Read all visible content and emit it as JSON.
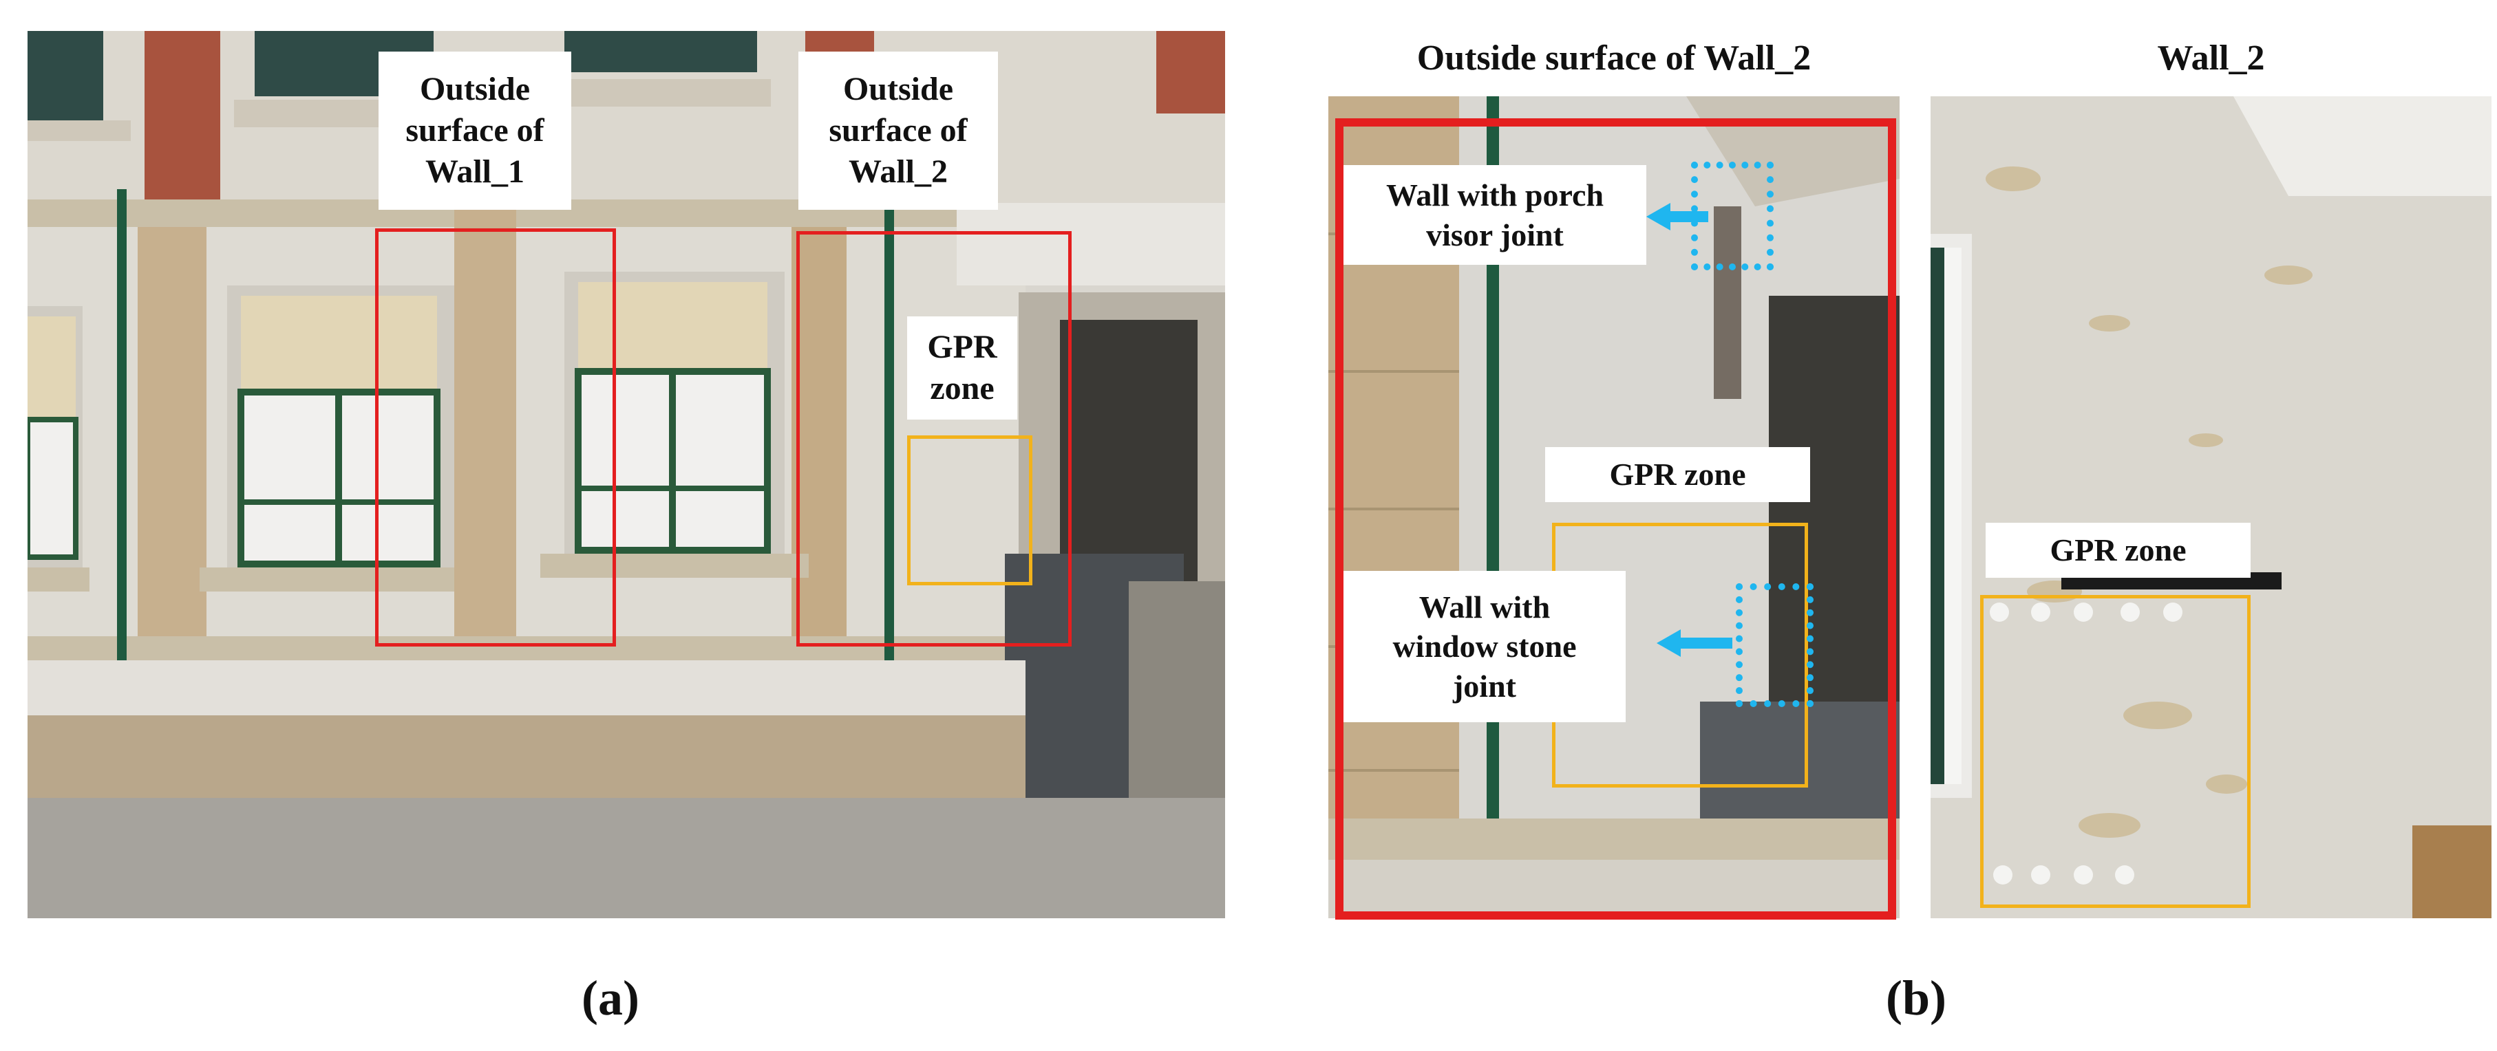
{
  "panel_a": {
    "label_wall1": "Outside\nsurface of\nWall_1",
    "label_wall2": "Outside\nsurface of\nWall_2",
    "label_gpr": "GPR\nzone",
    "caption": "(a)"
  },
  "panel_b": {
    "heading_outside": "Outside surface of Wall_2",
    "heading_wall2": "Wall_2",
    "label_porch": "Wall with porch\nvisor joint",
    "label_window": "Wall with\nwindow stone\njoint",
    "label_gpr_left": "GPR zone",
    "label_gpr_right": "GPR zone",
    "caption": "(b)"
  },
  "colors": {
    "wall_box": "#e41f1f",
    "gpr_box": "#f2b21b",
    "joint_marker": "#1fb6ef"
  }
}
